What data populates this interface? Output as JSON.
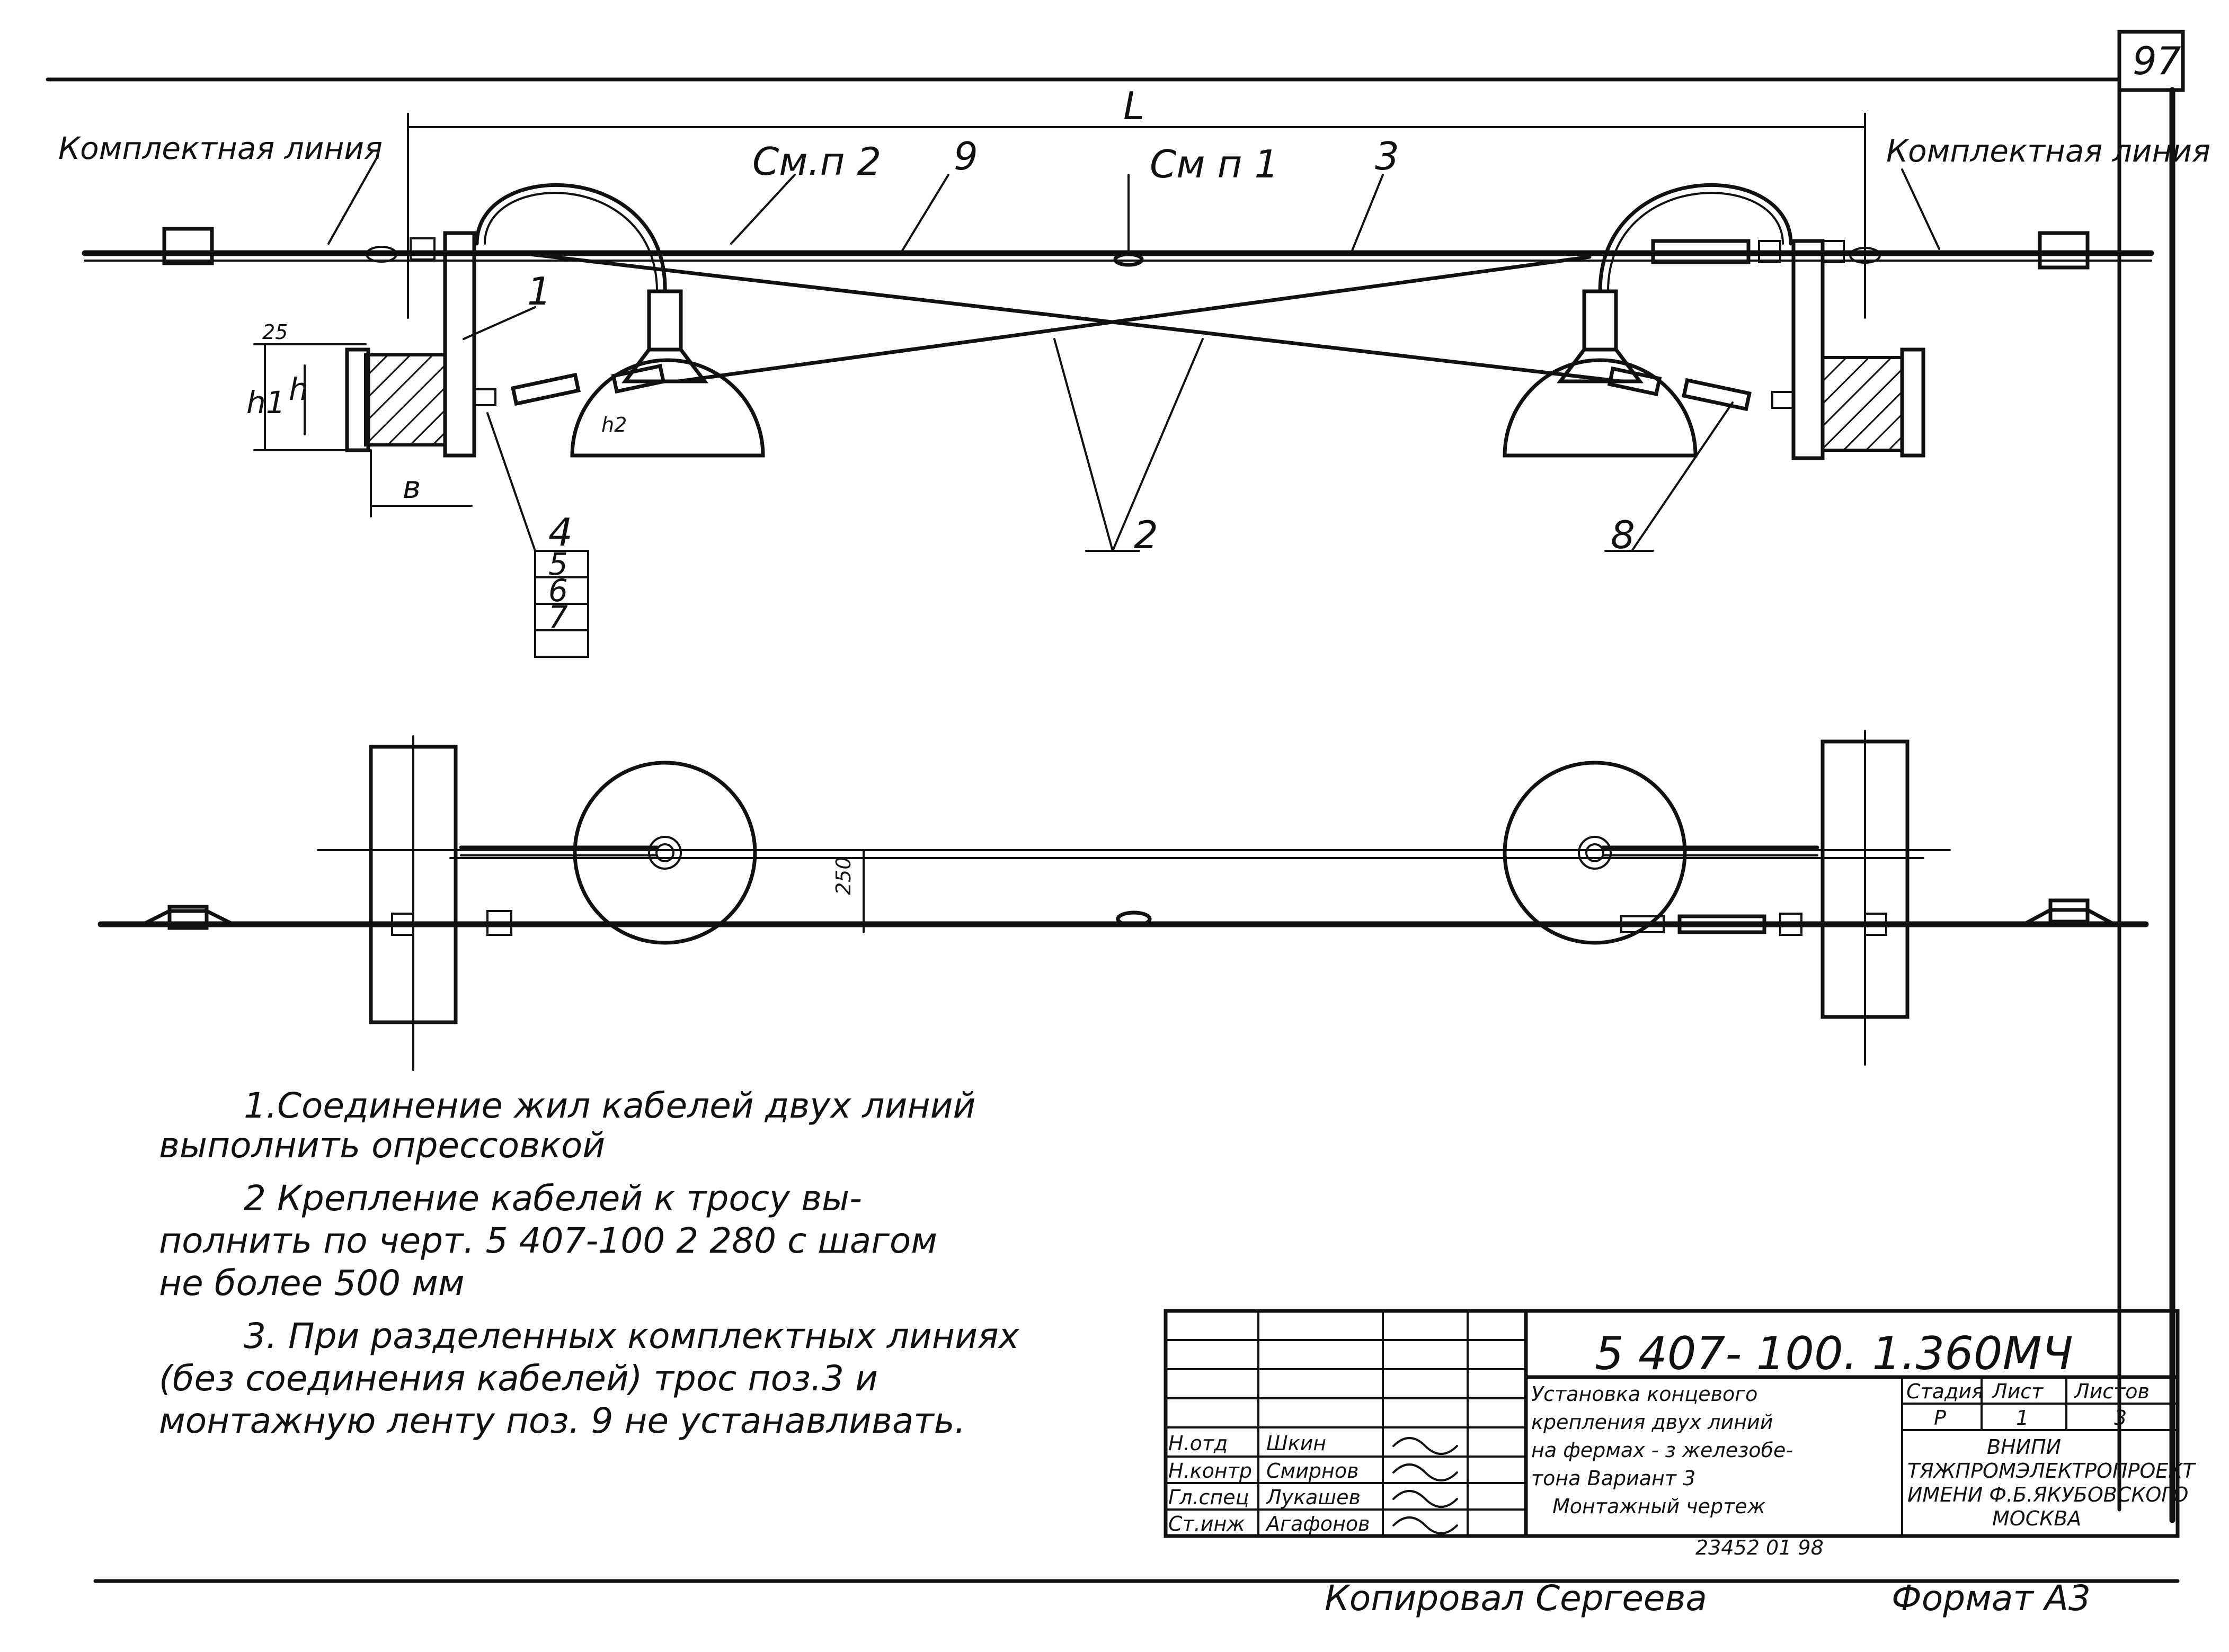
{
  "sheet_number": "97",
  "dimension_L": "L",
  "labels": {
    "complete_line_left": "Комплектная линия",
    "complete_line_right": "Комплектная линия",
    "see_p2": "См.п 2",
    "see_p1": "См п 1",
    "pos_1": "1",
    "pos_2": "2",
    "pos_3": "3",
    "pos_4": "4",
    "pos_5": "5",
    "pos_6": "6",
    "pos_7": "7",
    "pos_8": "8",
    "pos_9": "9",
    "dim_h": "h",
    "dim_h1": "h1",
    "dim_h2": "h2",
    "dim_b": "в",
    "dim_25": "25",
    "dim_250": "250"
  },
  "notes": [
    "1.Соединение жил кабелей двух линий",
    "выполнить опрессовкой",
    "2 Крепление кабелей к тросу вы-",
    "полнить по черт. 5 407-100 2 280 с шагом",
    "не более 500 мм",
    "3. При разделенных комплектных линиях",
    "(без соединения кабелей) трос поз.3 и",
    "монтажную ленту поз. 9 не устанавливать."
  ],
  "title_block": {
    "code": "5 407- 100. 1.360МЧ",
    "title_lines": [
      "Установка концевого",
      "крепления двух линий",
      "на фермах - з железобе-",
      "тона Вариант 3",
      "Монтажный чертеж"
    ],
    "stage_header": "Стадия",
    "sheet_header": "Лист",
    "sheets_header": "Листов",
    "stage_value": "Р",
    "sheet_value": "1",
    "sheets_value": "3",
    "org_lines": [
      "ВНИПИ",
      "ТЯЖПРОМЭЛЕКТРОПРОЕКТ",
      "ИМЕНИ Ф.Б.ЯКУБОВСКОГО",
      "МОСКВА"
    ],
    "signature_roles": [
      "Н.отд",
      "Н.контр",
      "Гл.спец",
      "Ст.инж"
    ],
    "signature_names": [
      "Шкин",
      "Смирнов",
      "Лукашев",
      "Агафонов"
    ],
    "signature_marks": [
      "",
      "",
      "",
      ""
    ],
    "doc_number": "23452 01 98"
  },
  "footer": {
    "copied_by": "Копировал Сергеева",
    "format": "Формат А3"
  }
}
